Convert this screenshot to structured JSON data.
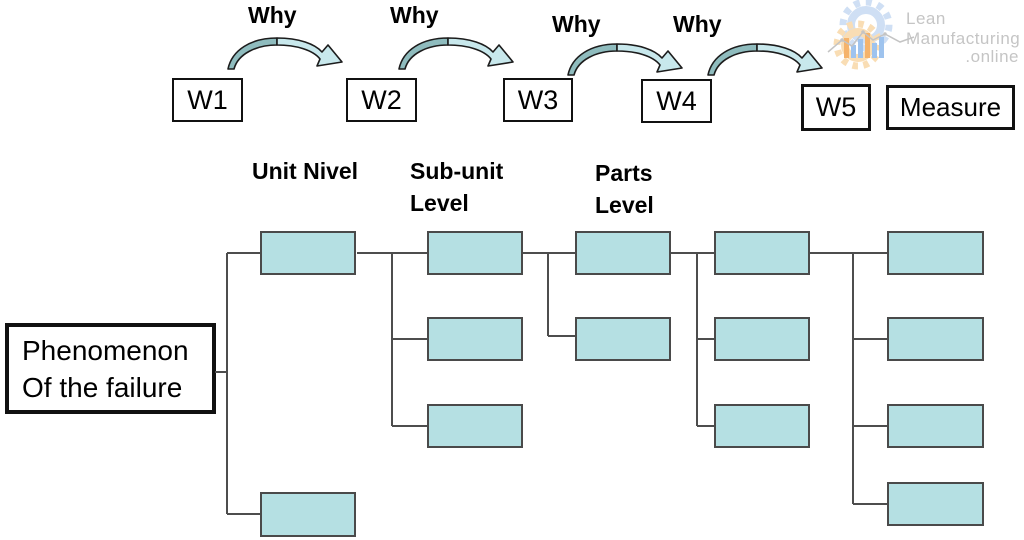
{
  "logo": {
    "word1": "Lean",
    "word2": "Manufacturing",
    "word3": ".online"
  },
  "top_flow": {
    "why_labels": [
      "Why",
      "Why",
      "Why",
      "Why"
    ],
    "step_boxes": [
      "W1",
      "W2",
      "W3",
      "W4",
      "W5",
      "Measure"
    ]
  },
  "tree": {
    "root_box": {
      "line1": "Phenomenon",
      "line2": "Of the failure"
    },
    "column_headers": [
      {
        "line1": "Unit Nivel",
        "line2": ""
      },
      {
        "line1": "Sub-unit",
        "line2": "Level"
      },
      {
        "line1": "Parts",
        "line2": "Level"
      }
    ],
    "columns": [
      {
        "name": "unit-level",
        "box_count": 2
      },
      {
        "name": "sub-unit-level",
        "box_count": 3
      },
      {
        "name": "parts-level",
        "box_count": 2
      },
      {
        "name": "fourth-level",
        "box_count": 3
      },
      {
        "name": "fifth-level",
        "box_count": 4
      }
    ]
  },
  "colors": {
    "tree_box_fill": "#b5e0e3",
    "tree_box_border": "#4a4a4a",
    "connector": "#4d4d4d",
    "arrow_dark": "#8fbcbe",
    "arrow_light": "#c8e8ec",
    "logo_blue": "#cfdff4",
    "logo_orange": "#f9ddb4",
    "logo_text": "#c5c5c5"
  }
}
